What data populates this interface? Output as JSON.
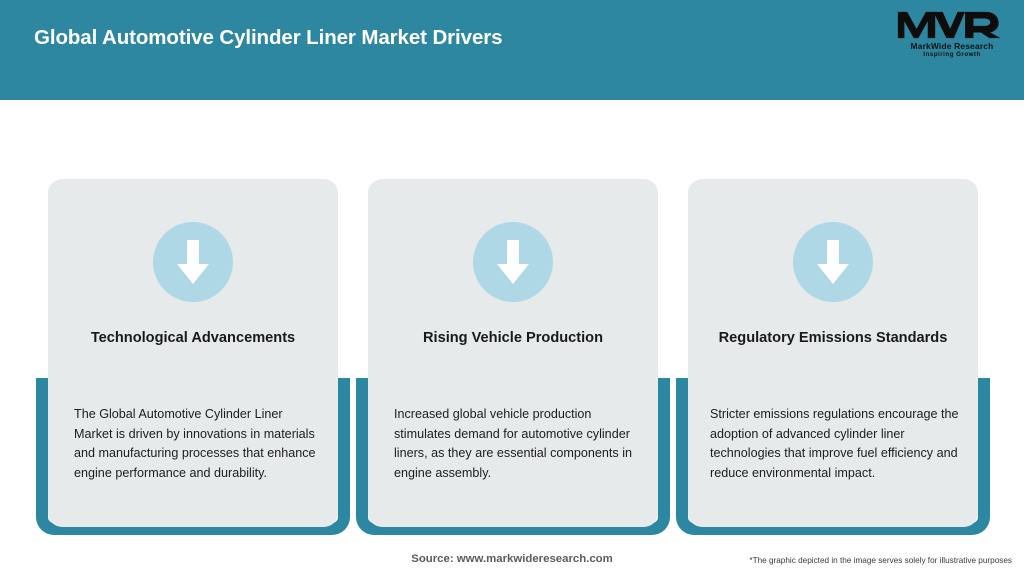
{
  "header": {
    "title": "Global Automotive Cylinder Liner Market Drivers",
    "background_color": "#2E87A0",
    "logo": {
      "mark": "MWR",
      "name": "MarkWide Research",
      "tagline": "Inspiring Growth"
    }
  },
  "theme": {
    "accent_teal": "#2E87A0",
    "card_bg": "#E6EAEB",
    "icon_circle": "#AED8E6",
    "arrow_color": "#FFFFFF",
    "page_bg": "#FFFFFF"
  },
  "cards": [
    {
      "icon": "arrow-down-icon",
      "title": "Technological Advancements",
      "body": "The Global Automotive Cylinder Liner Market is driven by innovations in materials and manufacturing processes that enhance engine performance and durability."
    },
    {
      "icon": "arrow-down-icon",
      "title": "Rising Vehicle Production",
      "body": "Increased global vehicle production stimulates demand for automotive cylinder liners, as they are essential components in engine assembly."
    },
    {
      "icon": "arrow-down-icon",
      "title": "Regulatory Emissions Standards",
      "body": "Stricter emissions regulations encourage the adoption of advanced cylinder liner technologies that improve fuel efficiency and reduce environmental impact."
    }
  ],
  "footer": {
    "source": "Source: www.markwideresearch.com",
    "disclaimer": "*The graphic depicted in the image serves solely for illustrative purposes"
  }
}
